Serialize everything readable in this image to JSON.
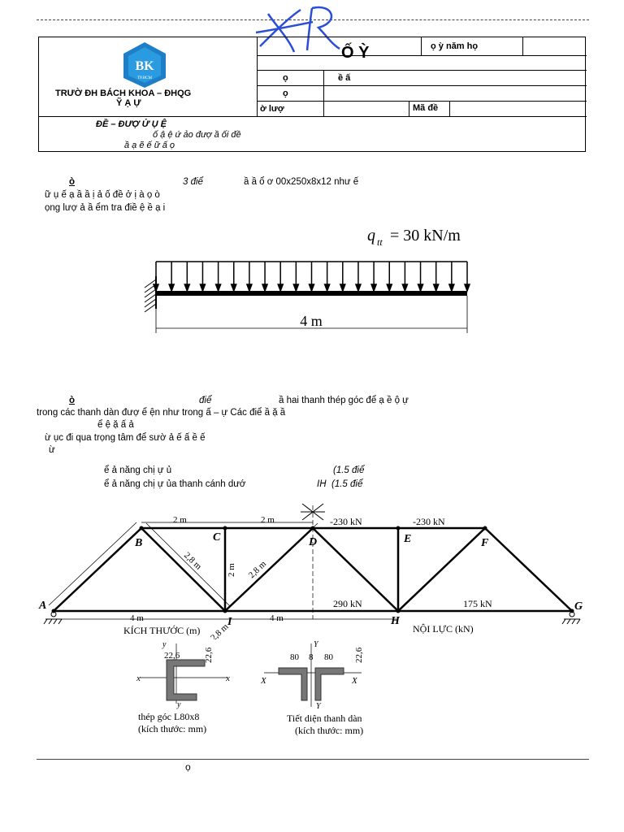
{
  "header": {
    "school_line_1": "TRƯỜ      ĐH BÁCH KHOA – ĐHQG",
    "school_line_2": "Ỹ      Ạ      Ự",
    "logo_text": "BK",
    "logo_sub": "TP.HCM",
    "title": "Ố  Ỳ",
    "year_label": "ọ   ỳ năm họ",
    "row2_label": "ọ",
    "row2_value": "ề  ấ",
    "row3_label": "ọ",
    "row4_label": "ờ  lượ",
    "ma_de_label": "Mã đề",
    "note_line_1": "ĐỀ                    –          ĐƯỢ    Ử  Ụ          Ệ",
    "note_line_2": "ố  ậ   ệ            ứ            ảo đượ              ầ       ối đề",
    "note_line_3": "ầ                 ạ    ẽ   ế    ữ         ấ    ọ"
  },
  "handwriting": "XR",
  "q1": {
    "label": "ò",
    "line_1_mid": "3 điể",
    "line_1_rest": "ầ                    ầ      ổ   ơ      00x250x8x12 như              ế",
    "line_2": "ữ  ụ        ế  ạ   ầ                ầ     ị   ả         ố đề   ở        ị  à   ọ                                    ò",
    "line_3": "ọng lượ      ả       ầ                 ểm tra điề    ệ   ề   ạ   i"
  },
  "beam": {
    "load_label": "q",
    "load_sub": "tt",
    "load_value": "= 30 kN/m",
    "span_label": "4 m"
  },
  "q2": {
    "label": "ò",
    "line_1_mid": "điể",
    "line_1_rest": "ầ          hai thanh thép góc để   ạ                      ề                ộ  ự",
    "line_2": "trong các thanh dàn đượ      ể   ện như trong               ấ   –    ự        Các điể     ầ                   ặ   ầ",
    "line_3": "ể                                ệ      ặ   ấ                                                                                ả",
    "line_4": "ừ   ục đi qua trọng tâm để  sườ                   ả                  ế    ấ                ề                           ế",
    "line_5": "ừ",
    "sub_a_label": "ể         ả năng chị   ự      ủ",
    "sub_a_pts": "(1.5 điể",
    "sub_b_label": "ể         ả năng chị   ự    ủa thanh cánh dướ",
    "sub_b_member": "IH",
    "sub_b_pts": "(1.5 điể"
  },
  "truss": {
    "nodes": {
      "A": "A",
      "B": "B",
      "C": "C",
      "D": "D",
      "E": "E",
      "F": "F",
      "G": "G",
      "H": "H",
      "I": "I"
    },
    "dim_2m_1": "2 m",
    "dim_2m_2": "2 m",
    "dim_28_1": "2,8 m",
    "dim_28_2": "2,8 m",
    "dim_28_3": "2,8 m",
    "dim_2m_v": "2 m",
    "dim_4m_1": "4 m",
    "dim_4m_2": "4 m",
    "force_de": "-230 kN",
    "force_ef": "-230 kN",
    "force_ih": "290 kN",
    "force_hg": "175 kN",
    "caption_left": "KÍCH THƯỚC  (m)",
    "caption_right": "NỘI LỰC  (kN)"
  },
  "sections": {
    "angle_dim_1": "22,6",
    "angle_dim_2": "22,6",
    "angle_axis_x": "x",
    "angle_axis_y": "y",
    "angle_caption_1": "thép góc L80x8",
    "angle_caption_2": "(kích thước: mm)",
    "double_dim_80a": "80",
    "double_dim_8": "8",
    "double_dim_80b": "80",
    "double_dim_226": "22,6",
    "double_axis_X": "X",
    "double_axis_Y": "Y",
    "double_caption_1": "Tiết diện thanh dàn",
    "double_caption_2": "(kích thước: mm)"
  },
  "footer": {
    "text": "ọ"
  },
  "colors": {
    "logo_blue": "#1e7fc8",
    "ink_blue": "#2a4fd6"
  }
}
